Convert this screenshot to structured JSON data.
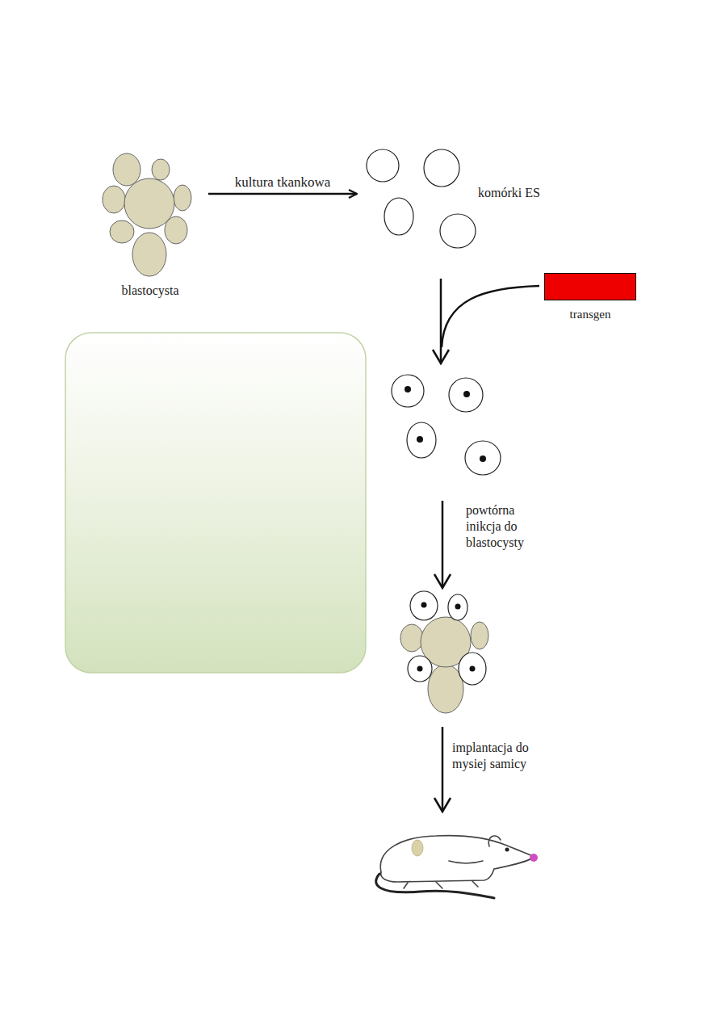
{
  "diagram": {
    "nodes": [
      {
        "text": [
          "blastocysta"
        ]
      },
      {
        "text": [
          "komórki ES"
        ]
      },
      {
        "text": [
          "transgen"
        ]
      }
    ],
    "edges": [
      {
        "from": 0,
        "to": 1,
        "arrow": "to",
        "label": "kultura tkankowa"
      }
    ],
    "labels": [
      "powtórna inikcja do blastocysty",
      "implantacja do mysiej samicy"
    ]
  }
}
